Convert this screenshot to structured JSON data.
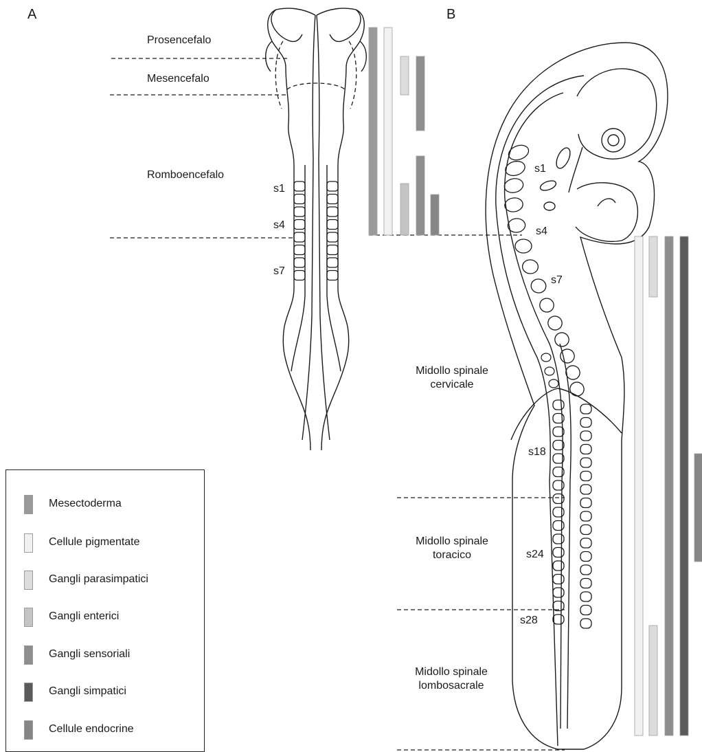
{
  "panels": {
    "a": "A",
    "b": "B"
  },
  "regions_a": {
    "prosencefalo": "Prosencefalo",
    "mesencefalo": "Mesencefalo",
    "romboencefalo": "Romboencefalo"
  },
  "somites_a": {
    "s1": "s1",
    "s4": "s4",
    "s7": "s7"
  },
  "somites_b": {
    "s1": "s1",
    "s4": "s4",
    "s7": "s7",
    "s18": "s18",
    "s24": "s24",
    "s28": "s28"
  },
  "regions_b": {
    "cervicale": [
      "Midollo spinale",
      "cervicale"
    ],
    "toracico": [
      "Midollo spinale",
      "toracico"
    ],
    "lombosacrale": [
      "Midollo spinale",
      "lombosacrale"
    ]
  },
  "legend": [
    {
      "label": "Mesectoderma",
      "color": "#9a9a9a"
    },
    {
      "label": "Cellule pigmentate",
      "color": "#f1f1f1"
    },
    {
      "label": "Gangli parasimpatici",
      "color": "#dcdcdc"
    },
    {
      "label": "Gangli enterici",
      "color": "#c4c4c4"
    },
    {
      "label": "Gangli sensoriali",
      "color": "#8e8e8e"
    },
    {
      "label": "Gangli simpatici",
      "color": "#5a5a5a"
    },
    {
      "label": "Cellule endocrine",
      "color": "#868686"
    }
  ]
}
